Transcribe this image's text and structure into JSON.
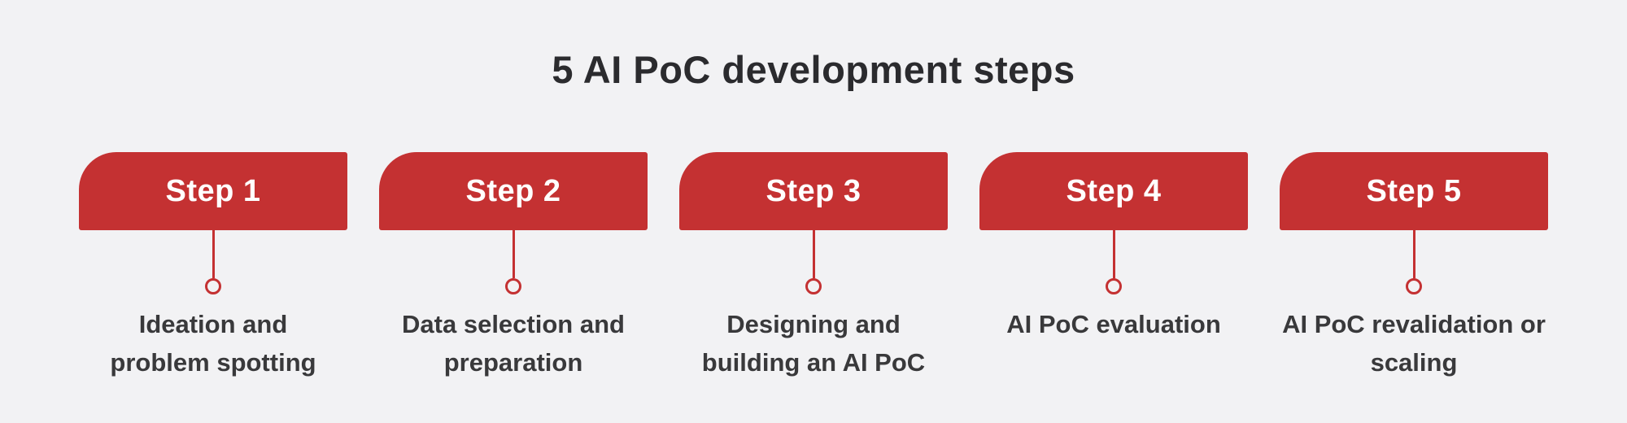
{
  "title": "5 AI PoC development steps",
  "colors": {
    "accent_red": "#C43132",
    "background": "#F2F2F4",
    "heading_text": "#2B2B2E",
    "body_text": "#39393B",
    "step_label_text": "#FFFFFF"
  },
  "steps": [
    {
      "label": "Step 1",
      "description": "Ideation and problem spotting",
      "line1": "Ideation and",
      "line2": "problem spotting"
    },
    {
      "label": "Step 2",
      "description": "Data selection and preparation",
      "line1": "Data selection and",
      "line2": "preparation"
    },
    {
      "label": "Step 3",
      "description": "Designing and building an AI PoC",
      "line1": "Designing and",
      "line2": "building an AI PoC"
    },
    {
      "label": "Step 4",
      "description": "AI PoC evaluation",
      "line1": "AI PoC evaluation",
      "line2": ""
    },
    {
      "label": "Step 5",
      "description": "AI PoC revalidation or scaling",
      "line1": "AI PoC revalidation or",
      "line2": "scaling"
    }
  ]
}
